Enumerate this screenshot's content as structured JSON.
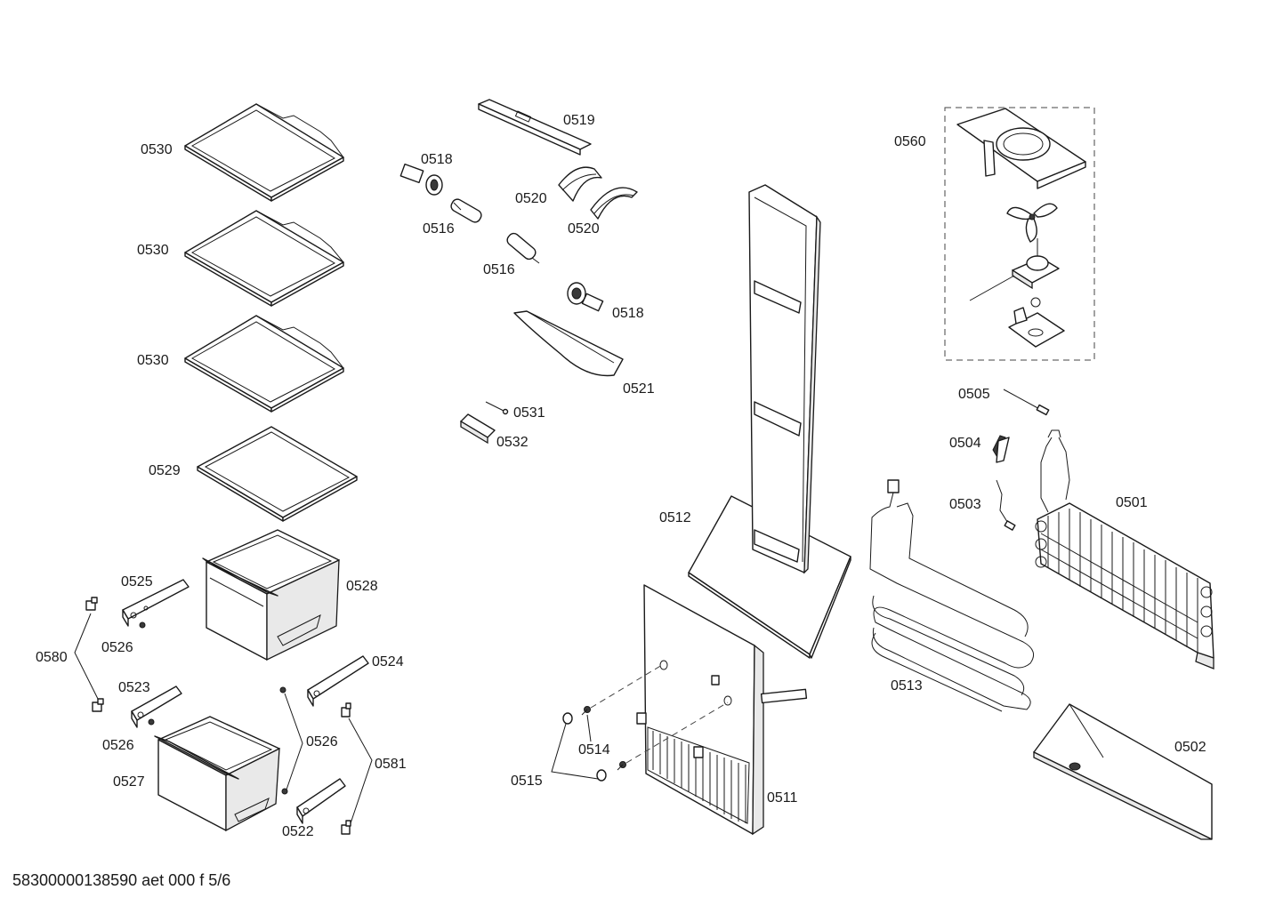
{
  "footer_code": "58300000138590 aet 000 f 5/6",
  "labels": {
    "l0530a": "0530",
    "l0530b": "0530",
    "l0530c": "0530",
    "l0529": "0529",
    "l0528": "0528",
    "l0525": "0525",
    "l0526a": "0526",
    "l0580": "0580",
    "l0523": "0523",
    "l0526b": "0526",
    "l0527": "0527",
    "l0524": "0524",
    "l0526c": "0526",
    "l0581": "0581",
    "l0522": "0522",
    "l0519": "0519",
    "l0518a": "0518",
    "l0520a": "0520",
    "l0520b": "0520",
    "l0516a": "0516",
    "l0516b": "0516",
    "l0518b": "0518",
    "l0521": "0521",
    "l0531": "0531",
    "l0532": "0532",
    "l0512": "0512",
    "l0514": "0514",
    "l0515": "0515",
    "l0511": "0511",
    "l0560": "0560",
    "l0505": "0505",
    "l0504": "0504",
    "l0503": "0503",
    "l0501": "0501",
    "l0513": "0513",
    "l0502": "0502"
  }
}
